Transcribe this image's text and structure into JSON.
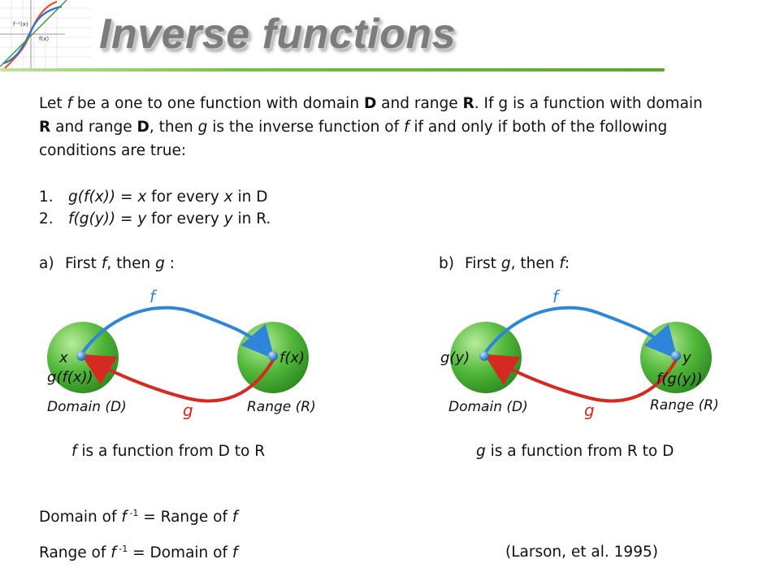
{
  "slide": {
    "title": "Inverse functions",
    "logo": {
      "labels": [
        "f⁻¹(x)",
        "f(x)"
      ],
      "colors": {
        "curve_a": "#e8502a",
        "curve_b": "#2f6fd6",
        "line": "#3a9a3a"
      }
    }
  },
  "definition": {
    "t1": "Let ",
    "f1": "f",
    "t2": " be a one to one function with domain ",
    "d1": "D",
    "t3": " and range ",
    "r1": "R",
    "t4": ". If g is a function with domain ",
    "r2": "R",
    "t5": " and range ",
    "d2": "D",
    "t6": ", then ",
    "g1": "g",
    "t7": " is the inverse function of ",
    "f2": "f",
    "t8": " if and only if both of the following conditions are true:"
  },
  "conditions": [
    {
      "number": "1.",
      "formula": "g(f(x))",
      "text1": " = ",
      "var": "x",
      "text2": " for every ",
      "var2": "x",
      "text3": " in D"
    },
    {
      "number": "2.",
      "formula": "f(g(y))",
      "text1": " = ",
      "var": "y",
      "text2": " for every ",
      "var2": "y",
      "text3": " in R."
    }
  ],
  "cases": [
    {
      "marker": "a)",
      "t1": "First ",
      "v1": "f",
      "t2": ", then ",
      "v2": "g",
      "t3": " :",
      "caption": {
        "v": "f",
        "text": " is a function from D to R"
      },
      "diagram": {
        "top_arrow": "f",
        "bottom_arrow": "g",
        "left_top": "x",
        "left_bottom": "g(f(x))",
        "right_top": "f(x)",
        "right_bottom": "",
        "domain_label": "Domain (D)",
        "range_label": "Range (R)"
      }
    },
    {
      "marker": "b)",
      "t1": "First ",
      "v1": "g",
      "t2": ", then ",
      "v2": "f",
      "t3": ":",
      "caption": {
        "v": "g",
        "text": " is a function from R to D"
      },
      "diagram": {
        "top_arrow": "f",
        "bottom_arrow": "g",
        "left_top": "g(y)",
        "left_bottom": "",
        "right_top": "y",
        "right_bottom": "f(g(y))",
        "domain_label": "Domain (D)",
        "range_label": "Range (R)"
      }
    }
  ],
  "facts": [
    {
      "t1": "Domain of ",
      "f": "f",
      "sup": " -1",
      "t2": " = Range of ",
      "f2": "f"
    },
    {
      "t1": "Range of ",
      "f": "f",
      "sup": " -1",
      "t2": " = Domain of ",
      "f2": "f"
    }
  ],
  "citation": "(Larson, et al.  1995)",
  "colors": {
    "circle": "#3fa82e",
    "circle_light": "#a7e08a",
    "arrow_f": "#2f86d8",
    "arrow_g": "#d42a22",
    "label_f": "#2f86d8",
    "label_g": "#d42a22",
    "point": "#2a79c8",
    "rule": "#6cb63a"
  }
}
